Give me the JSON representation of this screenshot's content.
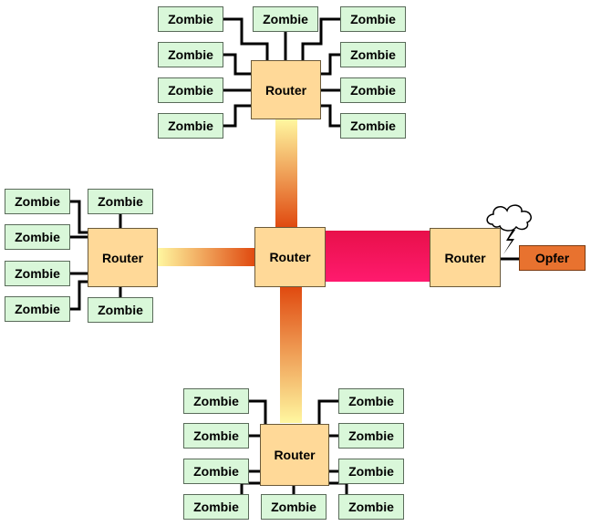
{
  "labels": {
    "router": "Router",
    "zombie": "Zombie",
    "victim": "Opfer"
  },
  "colors": {
    "zombie_fill": "#d9f7d9",
    "router_fill": "#ffd998",
    "victim_fill": "#e8722f",
    "link_light": "#fff7a0",
    "link_dark": "#e04a10",
    "attack_link": "#ff1060"
  },
  "icons": {
    "attack_symbol": "storm-cloud-lightning-icon"
  }
}
